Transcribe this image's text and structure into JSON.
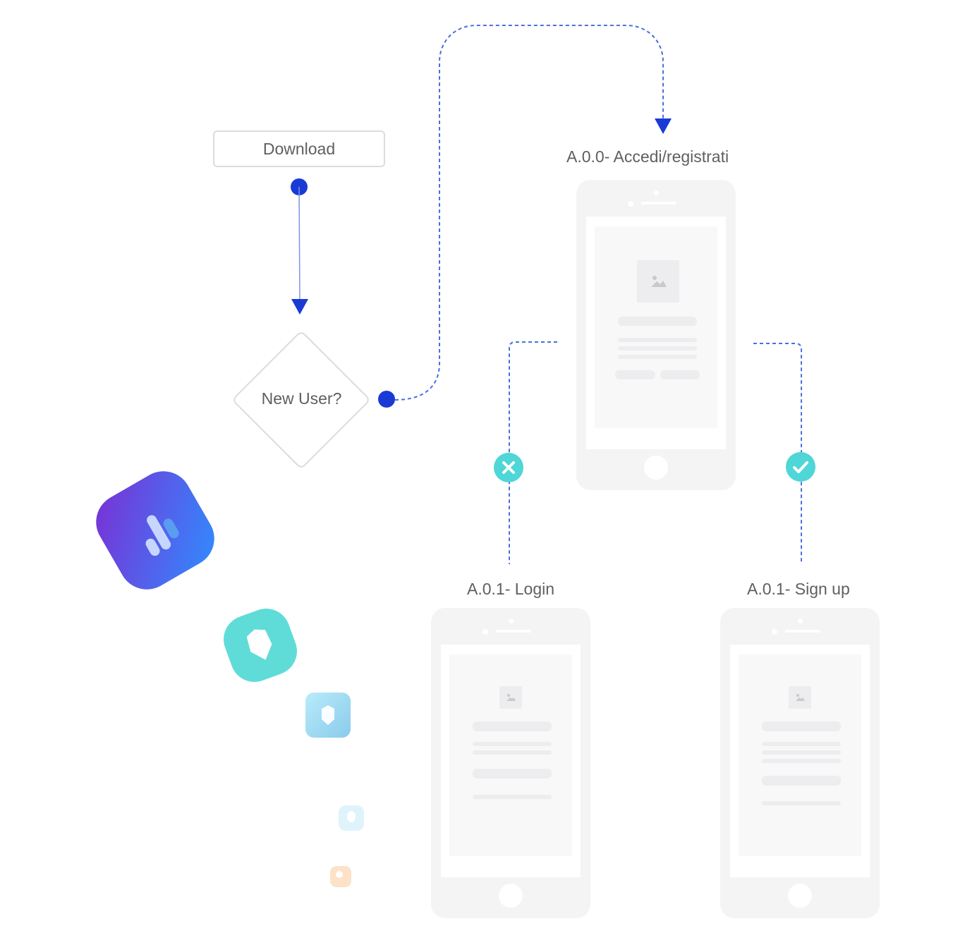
{
  "nodes": {
    "download": "Download",
    "decision": "New User?",
    "screen_main": "A.0.0- Accedi/registrati",
    "screen_login": "A.0.1- Login",
    "screen_signup": "A.0.1- Sign up"
  },
  "colors": {
    "connector": "#1a3ad6",
    "dashed_line": "#4a6fe0",
    "teal_badge": "#4fd6d6",
    "phone_fill": "#f4f4f5"
  },
  "icons": [
    "close-icon",
    "check-icon",
    "chart-app-icon",
    "badge-app-icon",
    "shield-app-icon",
    "bulb-app-icon",
    "orange-app-icon",
    "image-placeholder-icon"
  ]
}
